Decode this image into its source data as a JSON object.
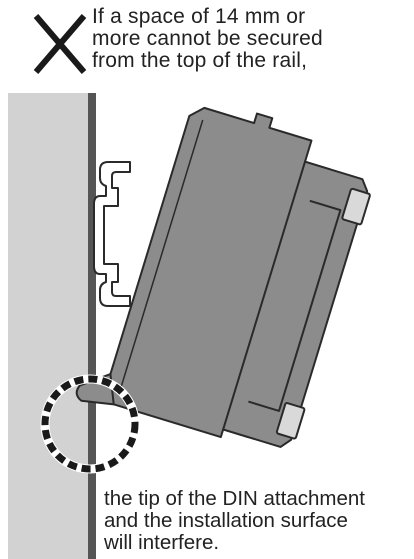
{
  "diagram": {
    "warning_text": {
      "line1": "If a space of 14 mm or",
      "line2": "more cannot be secured",
      "line3": "from the top of the rail,"
    },
    "result_text": {
      "line1": "the tip of the DIN attachment",
      "line2": "and the installation surface",
      "line3": "will interfere."
    },
    "colors": {
      "wall": "#d2d2d2",
      "rail": "#555555",
      "device": "#8c8c8c",
      "device_outline": "#2a2a2a",
      "tab": "#d9d9d9",
      "mark": "#1a1a1a"
    },
    "icons": {
      "prohibited": "cross-mark-icon",
      "interference": "dashed-circle-icon"
    }
  }
}
